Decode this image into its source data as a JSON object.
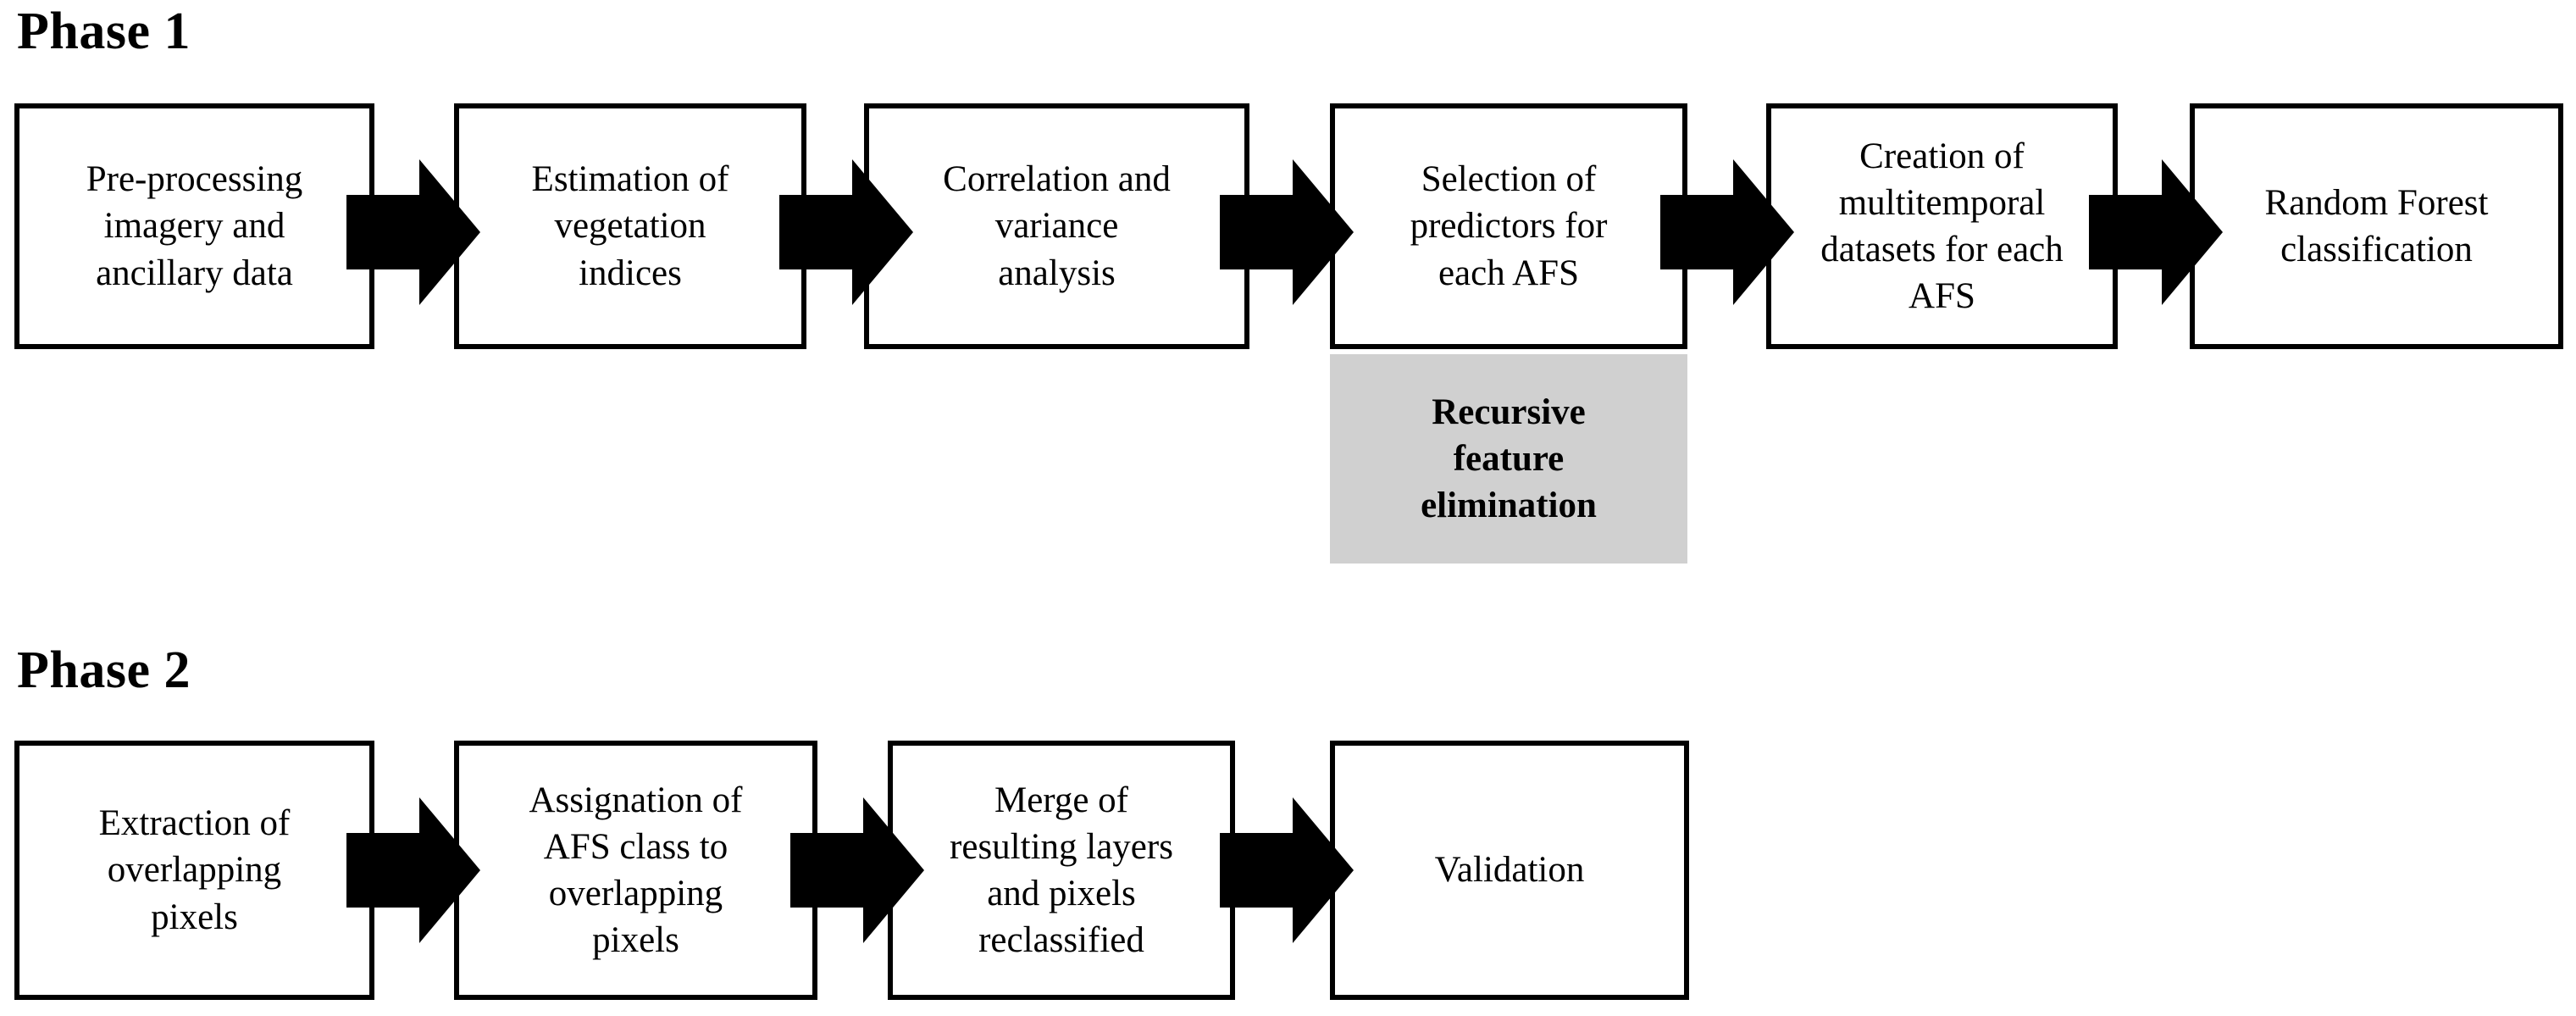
{
  "figure": {
    "title_phase1": "Phase 1",
    "title_phase2": "Phase 2",
    "colors": {
      "box_border": "#000000",
      "box_fill": "#ffffff",
      "arrow_fill": "#000000",
      "annotation_fill": "#d0d0d0",
      "text": "#000000",
      "background": "#ffffff"
    }
  },
  "phase1": {
    "heading": "Phase 1",
    "steps": [
      {
        "id": "pre-processing",
        "label": "Pre-processing\nimagery and\nancillary data"
      },
      {
        "id": "vegetation-indices",
        "label": "Estimation of\nvegetation\nindices"
      },
      {
        "id": "correlation-variance",
        "label": "Correlation and\nvariance\nanalysis"
      },
      {
        "id": "predictor-selection",
        "label": "Selection of\npredictors for\neach AFS"
      },
      {
        "id": "multitemporal-datasets",
        "label": "Creation of\nmultitemporal\ndatasets for each\nAFS"
      },
      {
        "id": "random-forest",
        "label": "Random Forest\nclassification"
      }
    ],
    "annotation": {
      "attached_to": "predictor-selection",
      "label": "Recursive\nfeature\nelimination"
    },
    "arrows": [
      {
        "from": "pre-processing",
        "to": "vegetation-indices"
      },
      {
        "from": "vegetation-indices",
        "to": "correlation-variance"
      },
      {
        "from": "correlation-variance",
        "to": "predictor-selection"
      },
      {
        "from": "predictor-selection",
        "to": "multitemporal-datasets"
      },
      {
        "from": "multitemporal-datasets",
        "to": "random-forest"
      }
    ]
  },
  "phase2": {
    "heading": "Phase 2",
    "steps": [
      {
        "id": "extract-overlap",
        "label": "Extraction of\noverlapping\npixels"
      },
      {
        "id": "assign-afs-class",
        "label": "Assignation of\nAFS class to\noverlapping\npixels"
      },
      {
        "id": "merge-layers",
        "label": "Merge of\nresulting layers\nand pixels\nreclassified"
      },
      {
        "id": "validation",
        "label": "Validation"
      }
    ],
    "arrows": [
      {
        "from": "extract-overlap",
        "to": "assign-afs-class"
      },
      {
        "from": "assign-afs-class",
        "to": "merge-layers"
      },
      {
        "from": "merge-layers",
        "to": "validation"
      }
    ]
  }
}
